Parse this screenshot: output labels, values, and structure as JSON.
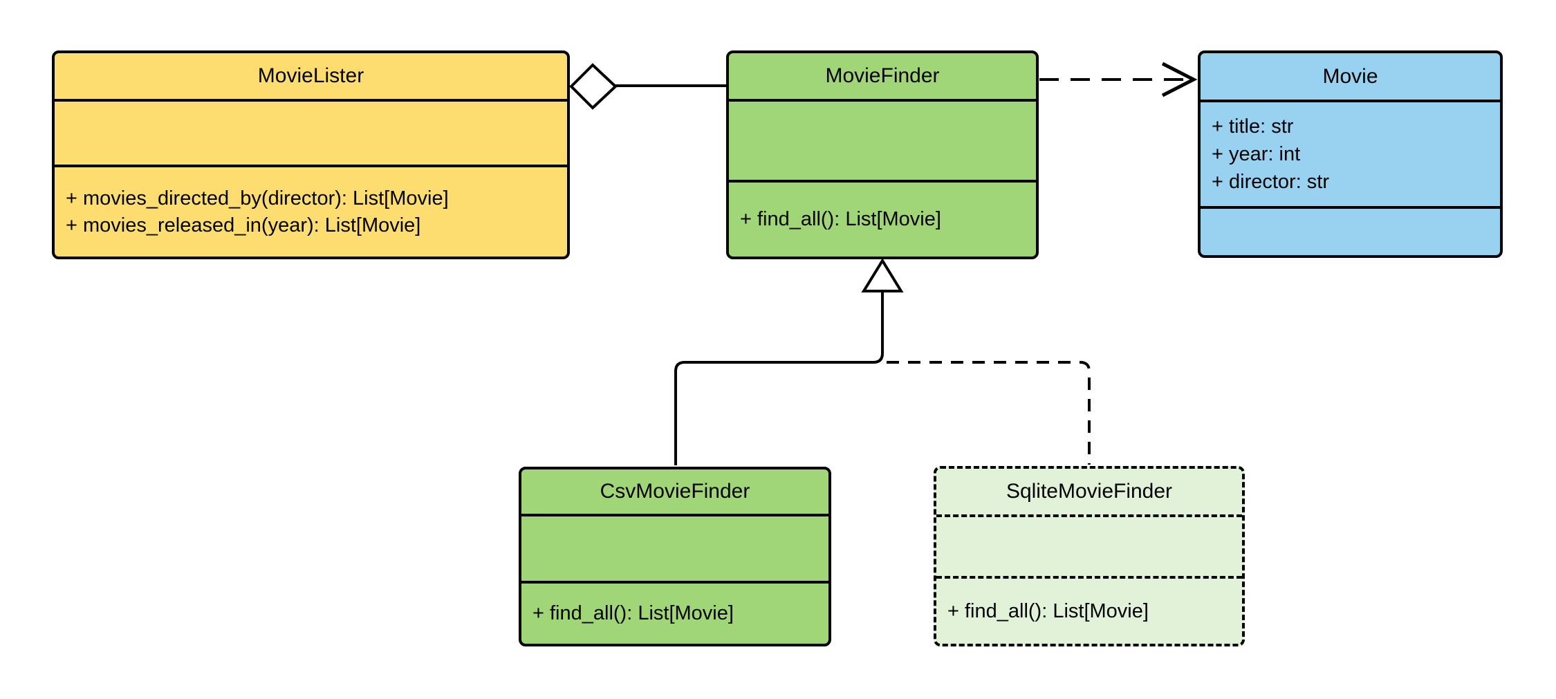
{
  "diagram": {
    "type": "uml-class-diagram",
    "background_color": "#ffffff",
    "stroke_color": "#000000",
    "text_color": "#000000",
    "classes": [
      {
        "name": "MovieLister",
        "fill": "#FDDD6F",
        "border_style": "solid",
        "attributes": [],
        "methods": [
          "+ movies_directed_by(director): List[Movie]",
          "+ movies_released_in(year): List[Movie]"
        ]
      },
      {
        "name": "MovieFinder",
        "fill": "#A0D678",
        "border_style": "solid",
        "attributes": [],
        "methods": [
          "+ find_all(): List[Movie]"
        ]
      },
      {
        "name": "Movie",
        "fill": "#99D1F0",
        "border_style": "solid",
        "attributes": [
          "+ title: str",
          "+ year: int",
          "+ director: str"
        ],
        "methods": []
      },
      {
        "name": "CsvMovieFinder",
        "fill": "#A0D678",
        "border_style": "solid",
        "attributes": [],
        "methods": [
          "+ find_all(): List[Movie]"
        ]
      },
      {
        "name": "SqliteMovieFinder",
        "fill": "#E2F2D8",
        "border_style": "dashed",
        "attributes": [],
        "methods": [
          "+ find_all(): List[Movie]"
        ]
      }
    ],
    "relationships": [
      {
        "type": "aggregation",
        "owner": "MovieLister",
        "part": "MovieFinder",
        "line": "solid",
        "marker": "open-diamond"
      },
      {
        "type": "dependency",
        "from": "MovieFinder",
        "to": "Movie",
        "line": "dashed",
        "marker": "open-arrow"
      },
      {
        "type": "generalization",
        "child": "CsvMovieFinder",
        "parent": "MovieFinder",
        "line": "solid",
        "marker": "hollow-triangle"
      },
      {
        "type": "generalization",
        "child": "SqliteMovieFinder",
        "parent": "MovieFinder",
        "line": "dashed",
        "marker": "hollow-triangle"
      }
    ]
  }
}
